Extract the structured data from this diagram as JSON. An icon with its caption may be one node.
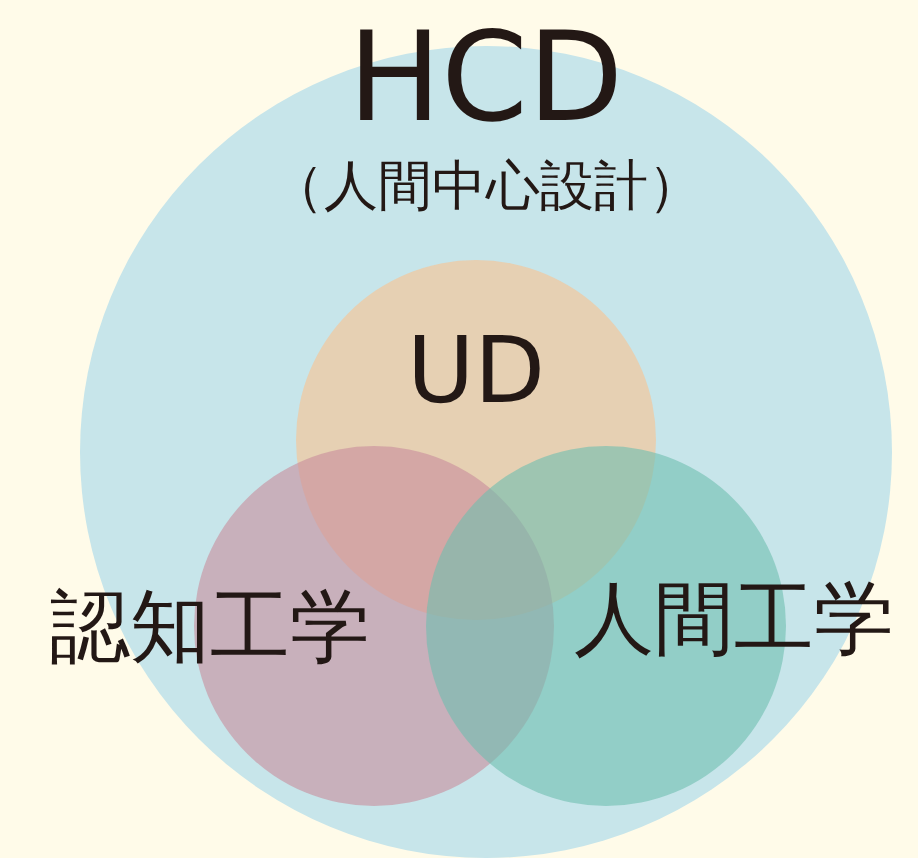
{
  "diagram": {
    "nodes": [
      {
        "text": [
          "HCD",
          "（人間中心設計）"
        ]
      },
      {
        "text": [
          "UD"
        ],
        "in": 0
      },
      {
        "text": [
          "認知工学"
        ],
        "in": 0
      },
      {
        "text": [
          "人間工学"
        ],
        "in": 0
      }
    ]
  }
}
